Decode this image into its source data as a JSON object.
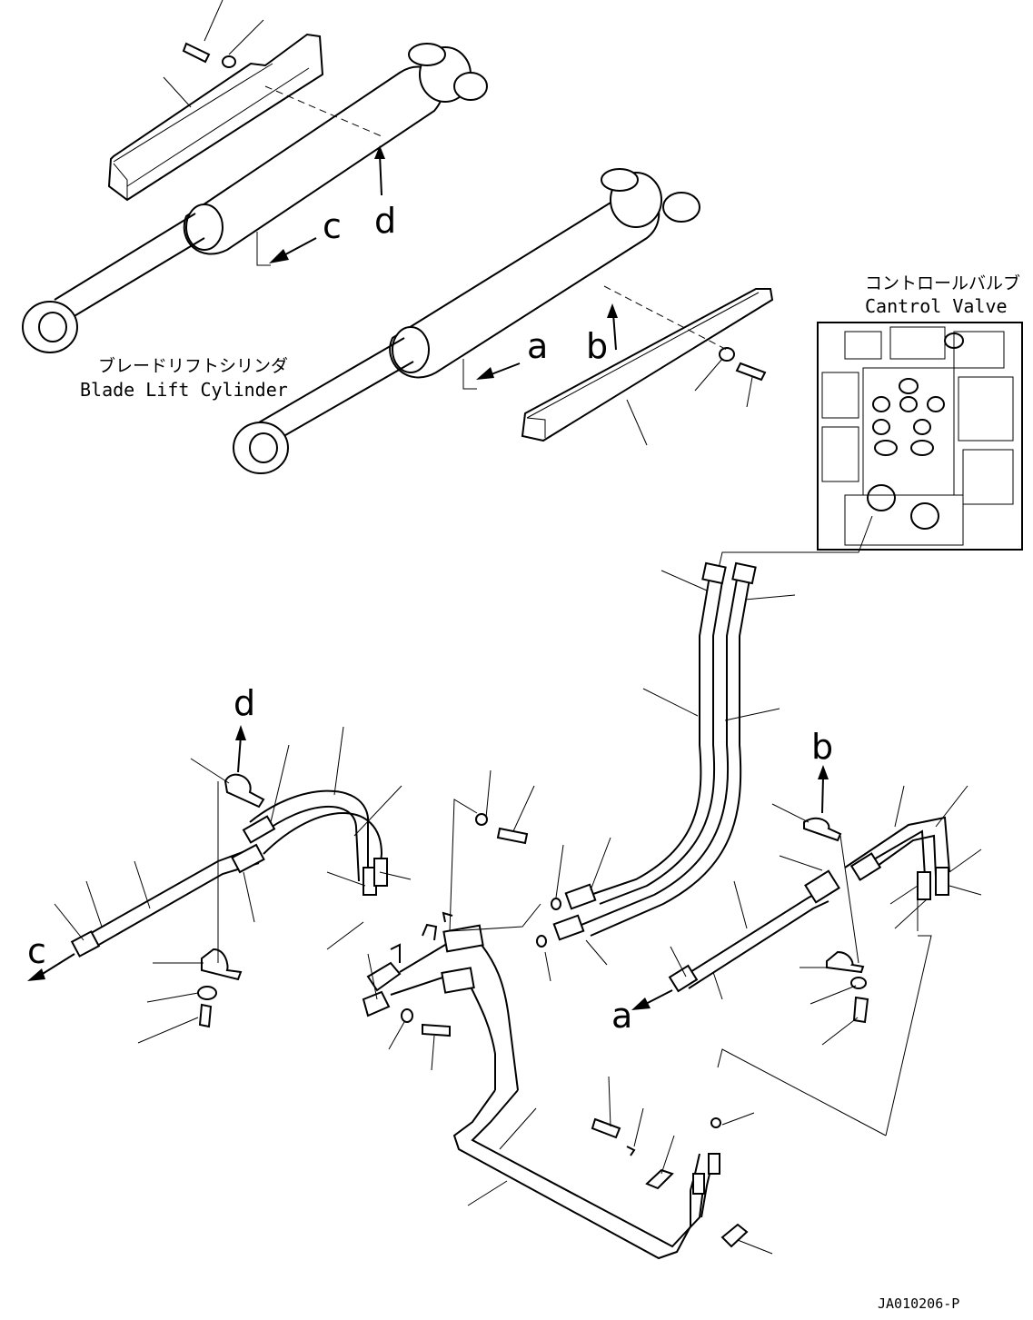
{
  "labels": {
    "cylinder_jp": "ブレードリフトシリンダ",
    "cylinder_en": "Blade Lift Cylinder",
    "valve_jp": "コントロールバルブ",
    "valve_en": "Cantrol Valve",
    "drawing_id": "JA010206-P"
  },
  "arrows": {
    "a": "a",
    "b": "b",
    "c": "c",
    "d": "d"
  }
}
